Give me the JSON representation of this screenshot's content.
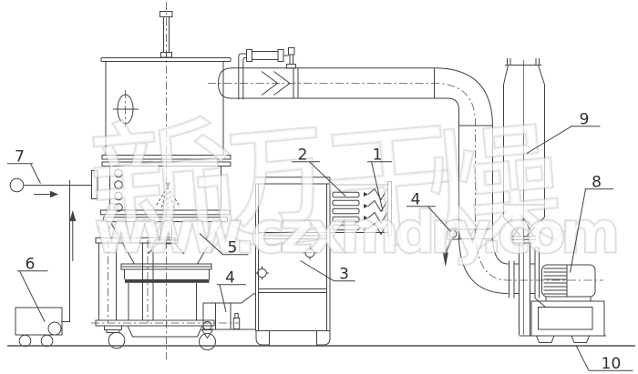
{
  "figure": {
    "callouts": {
      "c1": "1",
      "c2": "2",
      "c3": "3",
      "c4_valve": "4",
      "c4_duct": "4",
      "c5": "5",
      "c6": "6",
      "c7": "7",
      "c8": "8",
      "c9": "9",
      "c10": "10"
    },
    "watermark": {
      "cjk": "新迈干燥",
      "cjk_chars": [
        "新",
        "迈",
        "干",
        "燥"
      ],
      "url": "www.czxmdry.com"
    },
    "parts": {
      "p1": "heating-coil",
      "p2": "air-filter-louver",
      "p3": "control-cabinet",
      "p4a": "air-inlet-duct",
      "p4b": "butterfly-valve",
      "p5": "cone-hopper",
      "p6": "pump-cart",
      "p7": "liquid-feed-pump",
      "p8": "blower-motor",
      "p9": "cyclone-separator",
      "p10": "blower-base"
    },
    "colors": {
      "line": "#424242",
      "label": "#2f2f2f",
      "watermark_gray": "#c9c9c9",
      "background": "#ffffff"
    }
  }
}
